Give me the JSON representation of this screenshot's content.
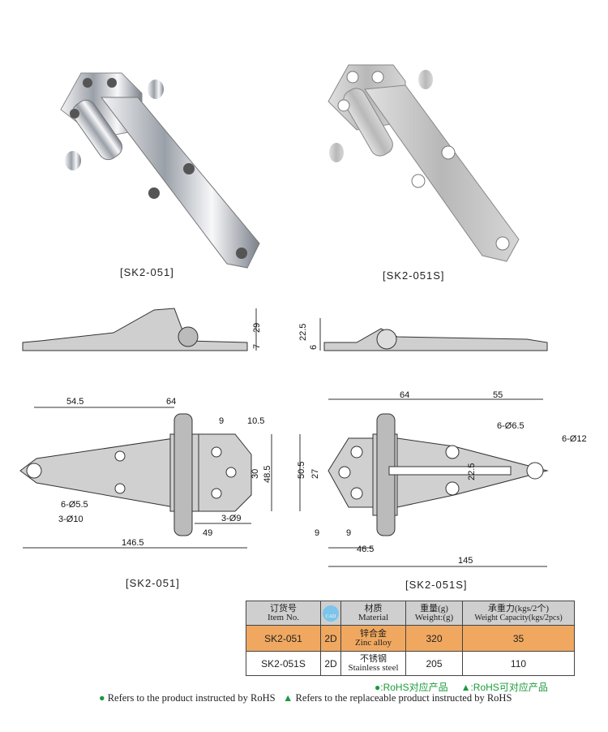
{
  "products": [
    {
      "label": "[SK2-051]"
    },
    {
      "label": "[SK2-051S]"
    }
  ],
  "drawings": {
    "label_left": "[SK2-051]",
    "label_right": "[SK2-051S]",
    "side_left": {
      "h1": "29",
      "h2": "7"
    },
    "side_right": {
      "h1": "22.5",
      "h2": "6"
    },
    "left": {
      "d1": "54.5",
      "d2": "64",
      "d3": "9",
      "d4": "10.5",
      "d5": "30",
      "d6": "48.5",
      "d7": "49",
      "d8": "146.5",
      "h1": "6-Ø5.5",
      "h2": "3-Ø10",
      "h3": "3-Ø9"
    },
    "right": {
      "d1": "64",
      "d2": "55",
      "d3": "50.5",
      "d4": "27",
      "d5": "22.5",
      "d6": "9",
      "d7": "9",
      "d8": "46.5",
      "d9": "145",
      "h1": "6-Ø6.5",
      "h2": "6-Ø12"
    }
  },
  "table": {
    "headers": [
      {
        "cn": "订货号",
        "en": "Item No."
      },
      {
        "cn": "",
        "en": "CAD"
      },
      {
        "cn": "材质",
        "en": "Material"
      },
      {
        "cn": "重量(g)",
        "en": "Weight:(g)"
      },
      {
        "cn": "承重力(kgs/2个)",
        "en": "Weight Capacity(kgs/2pcs)"
      }
    ],
    "rows": [
      {
        "item": "SK2-051",
        "cad": "2D",
        "mat_cn": "锌合金",
        "mat_en": "Zinc alloy",
        "weight": "320",
        "capacity": "35"
      },
      {
        "item": "SK2-051S",
        "cad": "2D",
        "mat_cn": "不锈钢",
        "mat_en": "Stainless steel",
        "weight": "205",
        "capacity": "110"
      }
    ],
    "highlight_color": "#f0a860"
  },
  "legend": {
    "cn_circle": "●:RoHS对应产品",
    "cn_triangle": "▲:RoHS可对应产品",
    "en_circle": "Refers to the product instructed by RoHS",
    "en_triangle": "Refers to the replaceable product instructed by RoHS"
  }
}
